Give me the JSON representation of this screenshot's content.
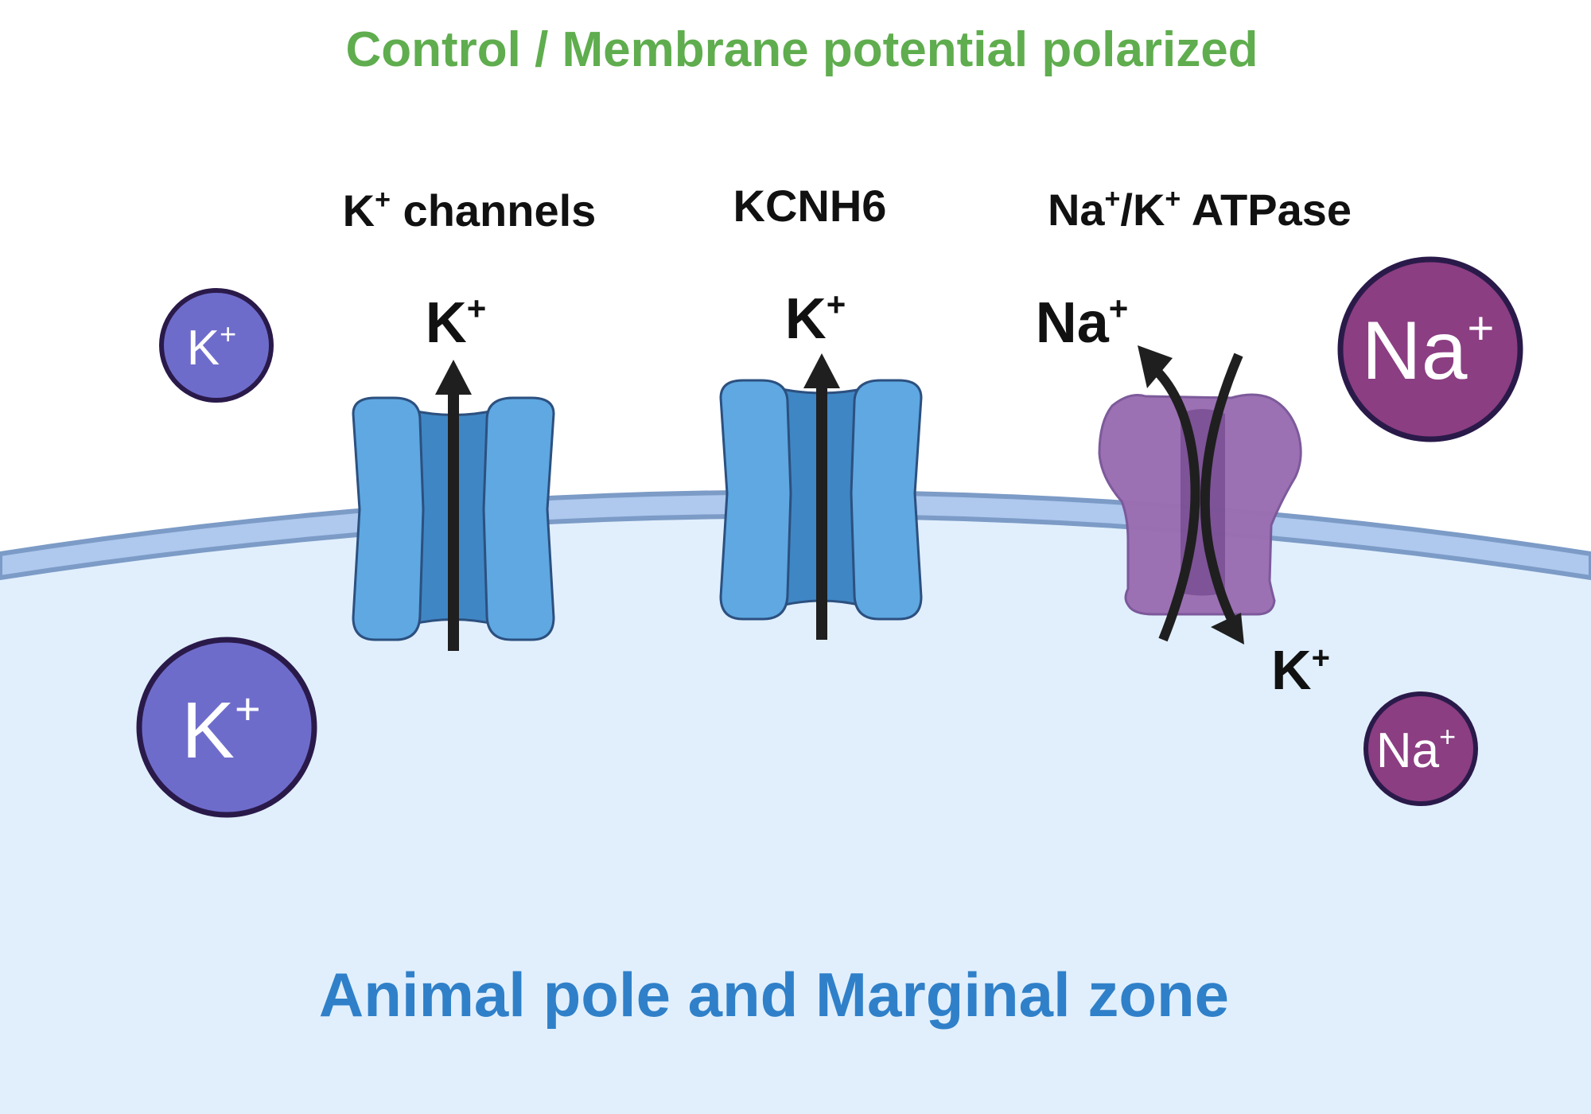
{
  "title": "Control / Membrane potential polarized",
  "region_label": "Animal pole and Marginal zone",
  "colors": {
    "title": "#5fad4e",
    "region": "#2f80c9",
    "cytoplasm": "#e1effd",
    "membrane_fill": "#aec8ee",
    "membrane_edge": "#7c9bc6",
    "channel_light": "#5fa8e2",
    "channel_dark": "#3f86c4",
    "channel_edge": "#2c507f",
    "pump": "#9a6fb2",
    "pump_dark": "#744a8d",
    "k_ion": "#6e6ccb",
    "na_ion": "#8b3e82",
    "ion_edge": "#2a1a4a",
    "arrow": "#1f1f1f"
  },
  "proteins": [
    {
      "name": "K",
      "name_sup": "+",
      "name_rest": " channels",
      "ion": "K",
      "ion_sup": "+"
    },
    {
      "name": "KCNH6",
      "name_sup": "",
      "name_rest": "",
      "ion": "K",
      "ion_sup": "+"
    },
    {
      "name": "Na",
      "name_sup": "+",
      "name_rest": "/K",
      "name_sup2": "+",
      "name_rest2": " ATPase",
      "ion_out": "Na",
      "ion_out_sup": "+",
      "ion_in": "K",
      "ion_in_sup": "+"
    }
  ],
  "free_ions": [
    {
      "symbol": "K",
      "sup": "+"
    },
    {
      "symbol": "K",
      "sup": "+"
    },
    {
      "symbol": "Na",
      "sup": "+"
    },
    {
      "symbol": "Na",
      "sup": "+"
    }
  ]
}
